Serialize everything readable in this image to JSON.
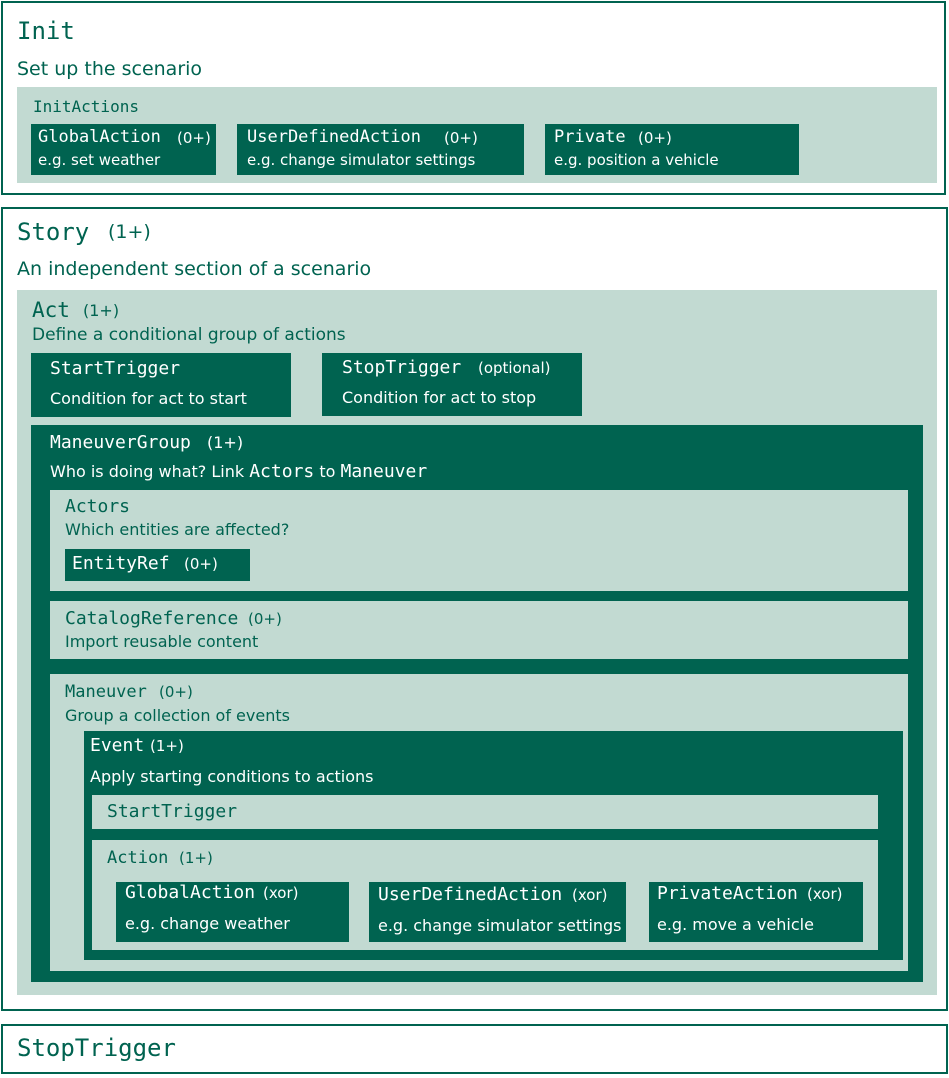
{
  "init": {
    "title": "Init",
    "subtitle": "Set up the scenario",
    "init_actions": {
      "label": "InitActions",
      "items": [
        {
          "name": "GlobalAction",
          "card": "(0+)",
          "desc": "e.g. set weather"
        },
        {
          "name": "UserDefinedAction",
          "card": "(0+)",
          "desc": "e.g. change simulator settings"
        },
        {
          "name": "Private",
          "card": "(0+)",
          "desc": "e.g. position a vehicle"
        }
      ]
    }
  },
  "story": {
    "title": "Story",
    "card": "(1+)",
    "subtitle": "An independent section of a scenario",
    "act": {
      "title": "Act",
      "card": "(1+)",
      "desc": "Define a conditional group of actions",
      "start_trigger": {
        "name": "StartTrigger",
        "desc": "Condition for act to start"
      },
      "stop_trigger": {
        "name": "StopTrigger",
        "card": "(optional)",
        "desc": "Condition for act to stop"
      },
      "maneuver_group": {
        "title": "ManeuverGroup",
        "card": "(1+)",
        "desc_prefix": "Who is doing what? Link ",
        "desc_actors": "Actors",
        "desc_to": " to ",
        "desc_maneuver": "Maneuver",
        "actors": {
          "title": "Actors",
          "desc": "Which entities are affected?",
          "entity_ref": {
            "name": "EntityRef",
            "card": "(0+)"
          }
        },
        "catalog_reference": {
          "name": "CatalogReference",
          "card": "(0+)",
          "desc": "Import reusable content"
        },
        "maneuver": {
          "title": "Maneuver",
          "card": "(0+)",
          "desc": "Group a collection of events",
          "event": {
            "title": "Event",
            "card": "(1+)",
            "desc": "Apply starting conditions to actions",
            "start_trigger": "StartTrigger",
            "action": {
              "title": "Action",
              "card": "(1+)",
              "items": [
                {
                  "name": "GlobalAction",
                  "card": "(xor)",
                  "desc": "e.g. change weather"
                },
                {
                  "name": "UserDefinedAction",
                  "card": "(xor)",
                  "desc": "e.g. change simulator settings"
                },
                {
                  "name": "PrivateAction",
                  "card": "(xor)",
                  "desc": "e.g. move a vehicle"
                }
              ]
            }
          }
        }
      }
    }
  },
  "stop_trigger": {
    "title": "StopTrigger"
  },
  "colors": {
    "dark_green": "#006350",
    "light_green": "#c2dad2",
    "white": "#ffffff"
  }
}
